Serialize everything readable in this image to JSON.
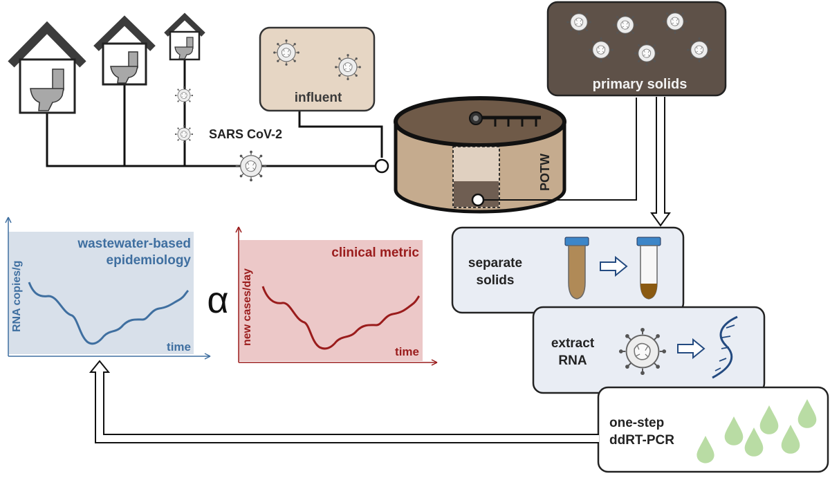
{
  "labels": {
    "sars": "SARS CoV-2",
    "influent": "influent",
    "primary_solids": "primary solids",
    "potw": "POTW",
    "wbe_line1": "wastewater-based",
    "wbe_line2": "epidemiology",
    "wbe_ylabel": "RNA copies/g",
    "wbe_xlabel": "time",
    "clin_title": "clinical metric",
    "clin_ylabel": "new cases/day",
    "clin_xlabel": "time",
    "proportional": "α",
    "separate_line1": "separate",
    "separate_line2": "solids",
    "extract_line1": "extract",
    "extract_line2": "RNA",
    "pcr_line1": "one-step",
    "pcr_line2": "ddRT-PCR"
  },
  "colors": {
    "wbe_panel": "#d8e0ea",
    "wbe_line": "#3f6fa0",
    "clin_panel": "#ecc8c8",
    "clin_line": "#9a1c1c",
    "influent_box": "#e6d6c4",
    "solids_box": "#5e5148",
    "tank_body": "#c5ab8e",
    "tank_top": "#6f5a48",
    "step_box": "#e9edf4",
    "droplet": "#b9dca4"
  },
  "icons": [
    "house-icon",
    "toilet-icon",
    "virus-icon",
    "tube-icon",
    "rna-strand-icon",
    "droplet-icon",
    "stirrer-icon"
  ]
}
